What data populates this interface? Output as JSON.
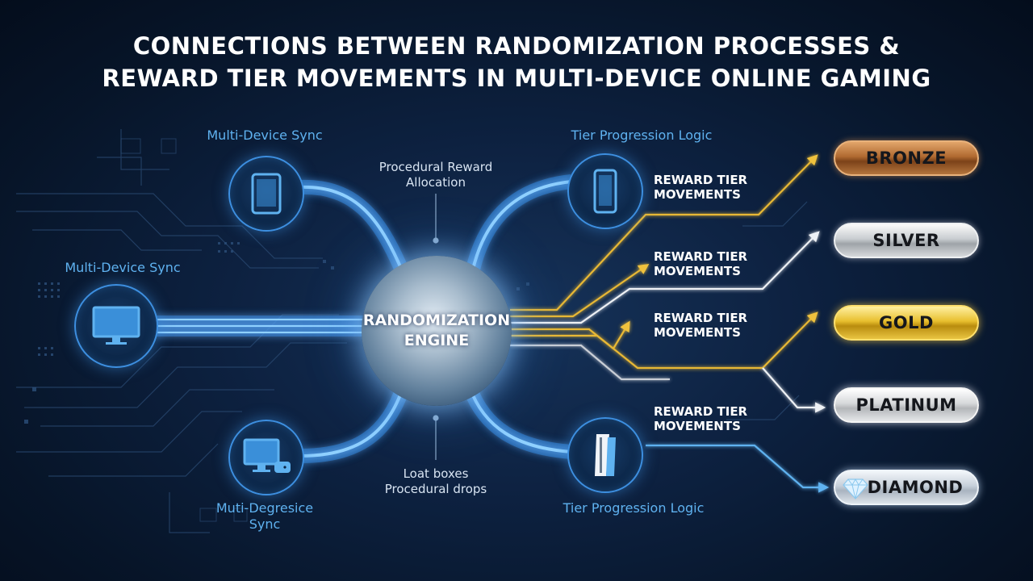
{
  "title": {
    "line1": "CONNECTIONS BETWEEN RANDOMIZATION PROCESSES &",
    "line2": "REWARD TIER MOVEMENTS IN MULTI-DEVICE ONLINE GAMING"
  },
  "center": {
    "label": "RANDOMIZATION\nENGINE"
  },
  "devices": {
    "tablet_label": "Multi-Device Sync",
    "monitor_label": "Multi-Device Sync",
    "console_label": "Muti-Degresice\nSync"
  },
  "annotations": {
    "top": "Procedural Reward\nAllocation",
    "bottom": "Loat boxes\nProcedural drops",
    "phone_label": "Tier Progression Logic",
    "tower_label": "Tier Progression Logic"
  },
  "reward_movements": [
    "REWARD TIER\nMOVEMENTS",
    "REWARD TIER\nMOVEMENTS",
    "REWARD TIER\nMOVEMENTS",
    "REWARD TIER\nMOVEMENTS"
  ],
  "tiers": [
    "BRONZE",
    "SILVER",
    "GOLD",
    "PLATINUM",
    "DIAMOND"
  ],
  "icons": [
    "tablet-icon",
    "desktop-monitor-icon",
    "console-monitor-icon",
    "smartphone-icon",
    "game-console-tower-icon",
    "diamond-gem-icon"
  ],
  "colors": {
    "background": "#0a1d38",
    "accent_blue": "#3d9be9",
    "gold_line": "#e8b834",
    "white_line": "#e6e9ee",
    "label_blue": "#5fb2f0"
  }
}
